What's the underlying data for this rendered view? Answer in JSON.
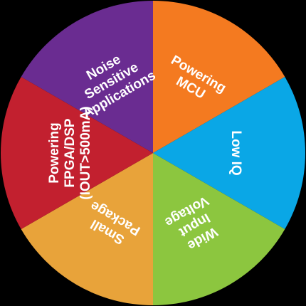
{
  "segments": [
    {
      "id": "noise-sensitive-applications",
      "lines": [
        "Noise",
        "Sensitive",
        "Applications"
      ],
      "color": "#6a2c91"
    },
    {
      "id": "powering-mcu",
      "lines": [
        "Powering",
        "MCU"
      ],
      "color": "#f47a20"
    },
    {
      "id": "low-iq",
      "lines": [
        "Low IQ"
      ],
      "color": "#0aa7e6"
    },
    {
      "id": "wide-input-voltage",
      "lines": [
        "Wide",
        "Input",
        "Voltage"
      ],
      "color": "#8cc63f"
    },
    {
      "id": "small-package",
      "lines": [
        "Small",
        "Package"
      ],
      "color": "#e8a33a"
    },
    {
      "id": "powering-fpga-dsp",
      "lines": [
        "Powering",
        "FPGA/DSP",
        "(IOUT>500mA)"
      ],
      "color": "#c2202f"
    }
  ]
}
